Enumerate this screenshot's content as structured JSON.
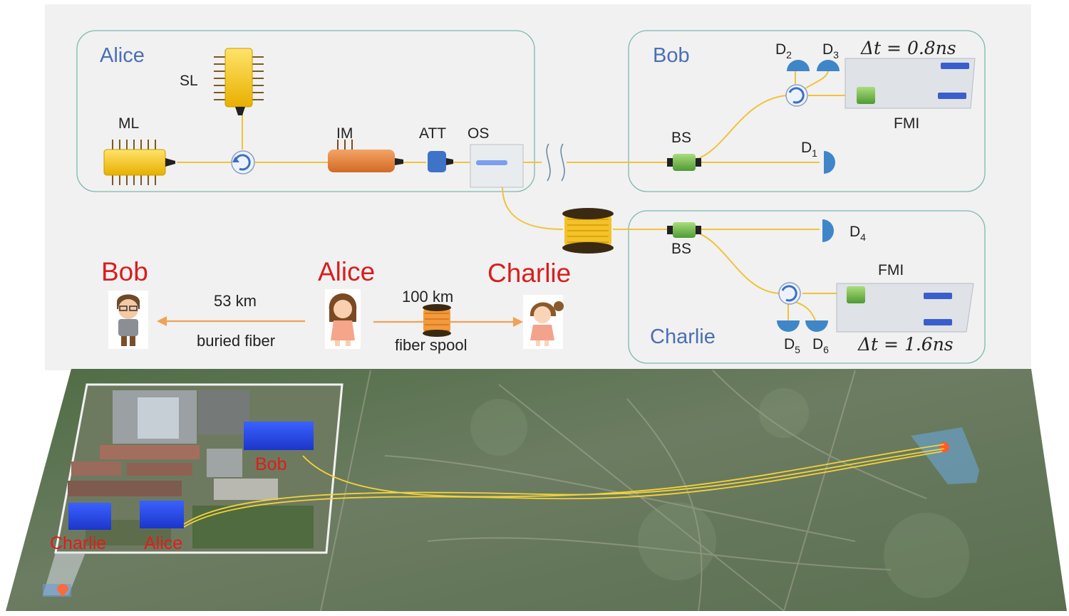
{
  "stations": {
    "alice": {
      "title": "Alice"
    },
    "bob": {
      "title": "Bob"
    },
    "charlie": {
      "title": "Charlie"
    }
  },
  "components": {
    "sl": "SL",
    "ml": "ML",
    "im": "IM",
    "att": "ATT",
    "os": "OS",
    "bs_bob": "BS",
    "bs_charlie": "BS",
    "fmi_bob": "FMI",
    "fmi_charlie": "FMI"
  },
  "detectors": {
    "d1": {
      "main": "D",
      "sub": "1"
    },
    "d2": {
      "main": "D",
      "sub": "2"
    },
    "d3": {
      "main": "D",
      "sub": "3"
    },
    "d4": {
      "main": "D",
      "sub": "4"
    },
    "d5": {
      "main": "D",
      "sub": "5"
    },
    "d6": {
      "main": "D",
      "sub": "6"
    }
  },
  "delays": {
    "bob": "Δt = 0.8ns",
    "charlie": "Δt = 1.6ns"
  },
  "overview": {
    "bob": "Bob",
    "alice": "Alice",
    "charlie": "Charlie",
    "bob_distance": "53 km",
    "bob_medium": "buried fiber",
    "charlie_distance": "100 km",
    "charlie_medium": "fiber spool"
  },
  "map": {
    "bob": "Bob",
    "charlie": "Charlie",
    "alice": "Alice"
  },
  "colors": {
    "station_title": "#4a6fb5",
    "overview_name": "#d81e1e",
    "fiber": "#f2c23a",
    "detector": "#3f86c9",
    "box_border": "#7fb8b0"
  }
}
